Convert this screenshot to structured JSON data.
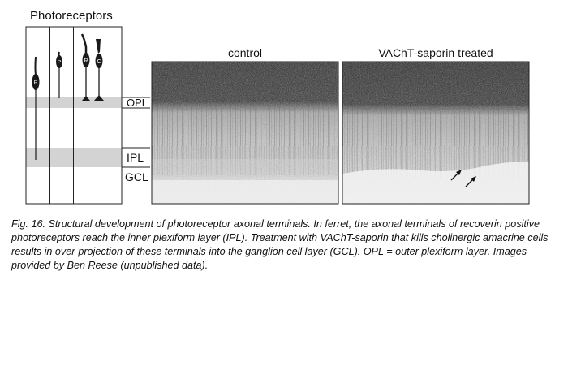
{
  "figure": {
    "diagram_title": "Photoreceptors",
    "cell_labels": [
      "P",
      "P",
      "R",
      "C"
    ],
    "layer_labels": {
      "opl": "OPL",
      "ipl": "IPL",
      "gcl": "GCL"
    },
    "panel_control_label": "control",
    "panel_treated_label": "VAChT-saporin treated"
  },
  "caption": {
    "text": "Fig. 16. Structural development of photoreceptor axonal terminals. In ferret, the axonal terminals of recoverin positive photoreceptors reach the inner plexiform layer (IPL). Treatment with VAChT-saporin that kills cholinergic amacrine cells results in over-projection of these terminals into the ganglion cell layer (GCL). OPL = outer plexiform layer. Images provided by Ben Reese (unpublished data)."
  },
  "colors": {
    "band": "#d3d3d3",
    "cell": "#1a1a1a",
    "tissue_dark": "#2a2a2a",
    "tissue_light": "#c8c8c8"
  }
}
